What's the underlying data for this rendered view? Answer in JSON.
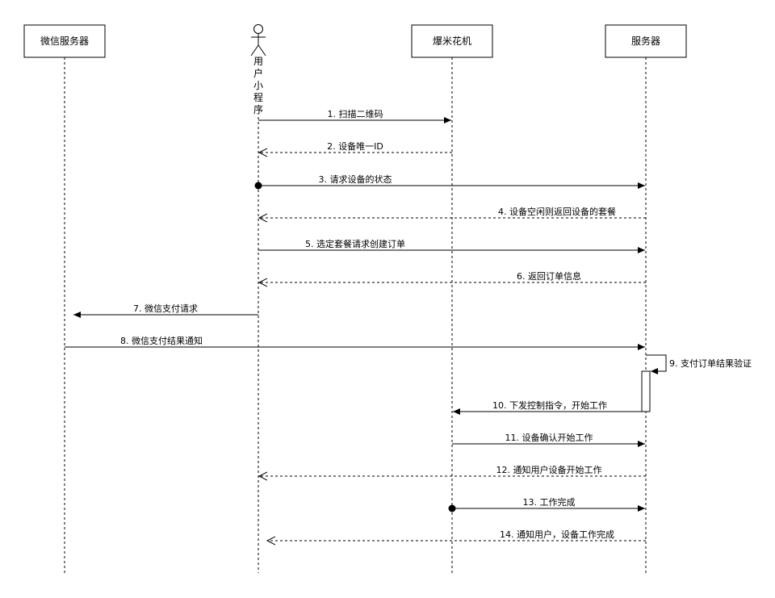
{
  "participants": {
    "wechat_server": "微信服务器",
    "user_mini_program": "用户小程序",
    "popcorn_machine": "爆米花机",
    "server": "服务器"
  },
  "messages": [
    {
      "id": "m1",
      "label": "1. 扫描二维码"
    },
    {
      "id": "m2",
      "label": "2. 设备唯一ID"
    },
    {
      "id": "m3",
      "label": "3. 请求设备的状态"
    },
    {
      "id": "m4",
      "label": "4. 设备空闲则返回设备的套餐"
    },
    {
      "id": "m5",
      "label": "5. 选定套餐请求创建订单"
    },
    {
      "id": "m6",
      "label": "6. 返回订单信息"
    },
    {
      "id": "m7",
      "label": "7. 微信支付请求"
    },
    {
      "id": "m8",
      "label": "8. 微信支付结果通知"
    },
    {
      "id": "m9",
      "label": "9. 支付订单结果验证"
    },
    {
      "id": "m10",
      "label": "10. 下发控制指令，开始工作"
    },
    {
      "id": "m11",
      "label": "11. 设备确认开始工作"
    },
    {
      "id": "m12",
      "label": "12. 通知用户设备开始工作"
    },
    {
      "id": "m13",
      "label": "13. 工作完成"
    },
    {
      "id": "m14",
      "label": "14. 通知用户，设备工作完成"
    }
  ]
}
